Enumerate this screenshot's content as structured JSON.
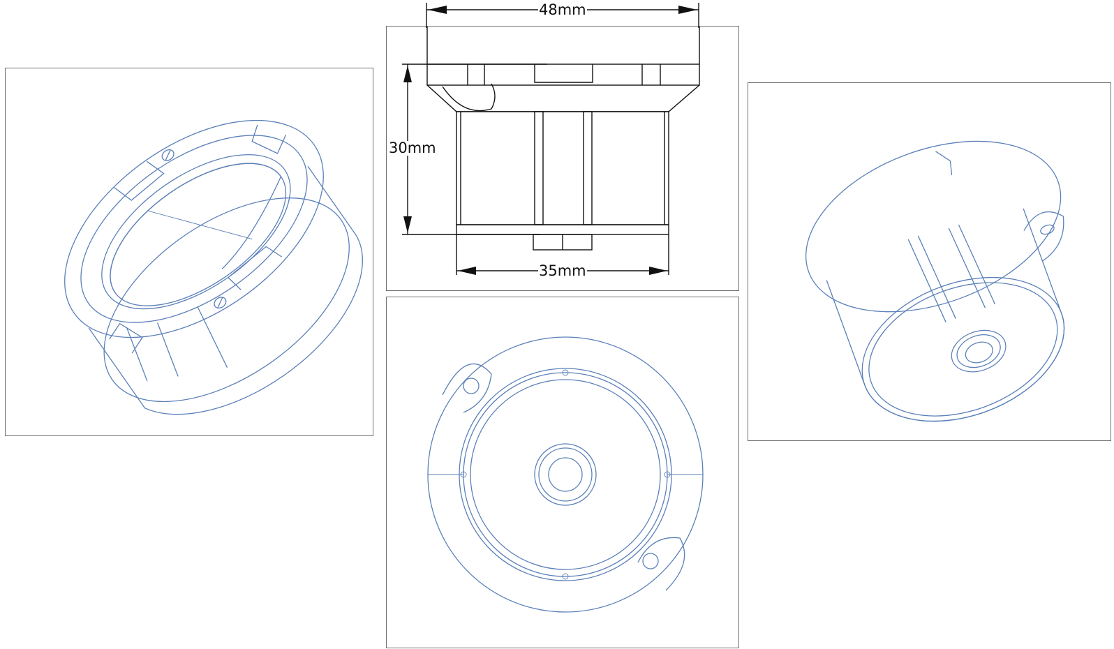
{
  "dimensions": {
    "width_top": "48mm",
    "height": "30mm",
    "width_bottom": "35mm"
  },
  "views": [
    "iso-view-top",
    "side-view",
    "front-view",
    "iso-view-bottom"
  ],
  "colors": {
    "line": "#5b80b8",
    "dimension": "#111111",
    "frame": "#6e6e6e"
  }
}
